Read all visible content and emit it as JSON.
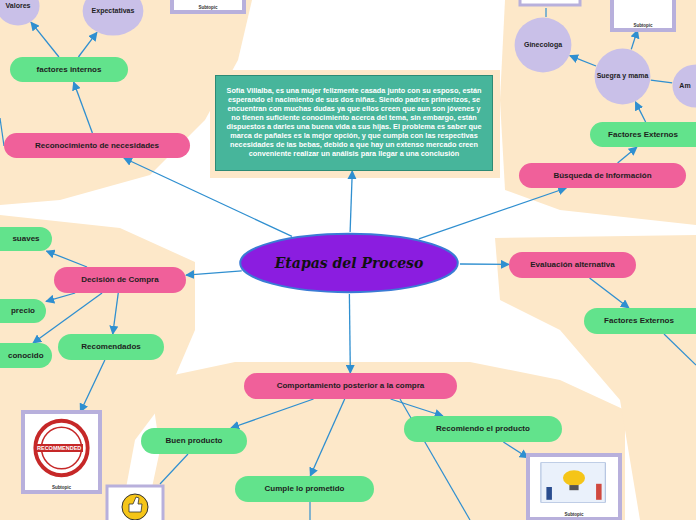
{
  "diagram": {
    "nodes": [
      {
        "text": [
          "Valores"
        ]
      },
      {
        "text": [
          "Expectativas"
        ]
      },
      {
        "text": [
          "Subtopic"
        ]
      },
      {
        "text": [
          "Subtopic"
        ]
      },
      {
        "text": [
          "factores internos"
        ]
      },
      {
        "text": [
          "Sofía Villalba, es una mujer felizmente casada junto con su esposo, están esperando el nacimiento de sus dos niñas. Siendo padres primerizos, se encuentran con muchas dudas ya que ellos creen que aun son jóvenes y no tienen suficiente conocimiento acerca del tema, sin embargo, están dispuestos a darles una buena vida a sus hijas. El problema es saber que marca de pañales es la mejor opción, y que cumpla con las respectivas necesidades de las bebas, debido a que hay un extenso mercado creen conveniente realizar un análisis para llegar a una conclusión"
        ]
      },
      {
        "text": [
          "Ginecologa"
        ]
      },
      {
        "text": [
          "Suegra y mama"
        ]
      },
      {
        "text": [
          "Am"
        ]
      },
      {
        "text": [
          "Factores Externos"
        ]
      },
      {
        "text": [
          "Reconocimiento de necesidades"
        ]
      },
      {
        "text": [
          "Búsqueda de Información"
        ]
      },
      {
        "text": [
          "suaves"
        ]
      },
      {
        "text": [
          "Etapas del Proceso"
        ]
      },
      {
        "text": [
          "Evaluación alternativa"
        ]
      },
      {
        "text": [
          "Decisión de Compra"
        ]
      },
      {
        "text": [
          "precio"
        ]
      },
      {
        "text": [
          "Factores Externos"
        ]
      },
      {
        "text": [
          "Recomendados"
        ]
      },
      {
        "text": [
          "conocido"
        ]
      },
      {
        "text": [
          "Comportamiento posterior a la compra"
        ]
      },
      {
        "text": [
          "Recomiendo el producto"
        ]
      },
      {
        "text": [
          "Subtopic"
        ]
      },
      {
        "text": [
          "Buen producto"
        ]
      },
      {
        "text": [
          "Subtopic"
        ]
      },
      {
        "text": [
          "Cumple lo prometido"
        ]
      }
    ],
    "edges": [
      {
        "from": 13,
        "to": 10,
        "arrow": "to"
      },
      {
        "from": 13,
        "to": 5,
        "arrow": "to"
      },
      {
        "from": 13,
        "to": 11,
        "arrow": "to"
      },
      {
        "from": 13,
        "to": 14,
        "arrow": "to"
      },
      {
        "from": 13,
        "to": 15,
        "arrow": "to"
      },
      {
        "from": 13,
        "to": 20,
        "arrow": "to"
      },
      {
        "from": 10,
        "to": 4,
        "arrow": "to"
      },
      {
        "from": 4,
        "to": 1,
        "arrow": "to"
      },
      {
        "from": 4,
        "to": 0,
        "arrow": "to"
      },
      {
        "from": 11,
        "to": 9,
        "arrow": "to"
      },
      {
        "from": 9,
        "to": 7,
        "arrow": "to"
      },
      {
        "from": 7,
        "to": 6,
        "arrow": "to"
      },
      {
        "from": 7,
        "to": 3,
        "arrow": "to"
      },
      {
        "from": 7,
        "to": 8,
        "arrow": "none"
      },
      {
        "from": 14,
        "to": 17,
        "arrow": "to"
      },
      {
        "from": 15,
        "to": 12,
        "arrow": "to"
      },
      {
        "from": 15,
        "to": 16,
        "arrow": "to"
      },
      {
        "from": 15,
        "to": 19,
        "arrow": "to"
      },
      {
        "from": 15,
        "to": 18,
        "arrow": "to"
      },
      {
        "from": 18,
        "to": 22,
        "arrow": "to"
      },
      {
        "from": 20,
        "to": 23,
        "arrow": "to"
      },
      {
        "from": 20,
        "to": 25,
        "arrow": "to"
      },
      {
        "from": 20,
        "to": 21,
        "arrow": "to"
      },
      {
        "from": 21,
        "to": 24,
        "arrow": "to"
      }
    ],
    "labels": [
      "RECOMMENDED"
    ]
  }
}
